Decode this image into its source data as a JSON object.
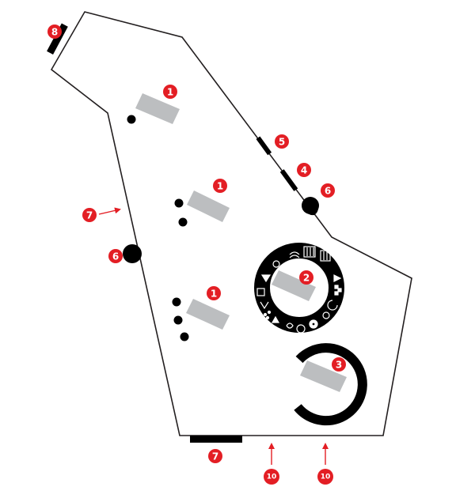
{
  "colors": {
    "outline": "#231f20",
    "callout": "#e31e24",
    "arrow": "#e31e24",
    "screen_gray": "#bcbec0",
    "black": "#000000",
    "white": "#ffffff"
  },
  "callouts": [
    {
      "id": "1",
      "label": "1",
      "part": "screen-top"
    },
    {
      "id": "1",
      "label": "1",
      "part": "screen-middle"
    },
    {
      "id": "1",
      "label": "1",
      "part": "screen-bottom"
    },
    {
      "id": "2",
      "label": "2",
      "part": "disc-screen"
    },
    {
      "id": "3",
      "label": "3",
      "part": "arc-screen"
    },
    {
      "id": "4",
      "label": "4",
      "part": "side-slot-lower"
    },
    {
      "id": "5",
      "label": "5",
      "part": "side-slot-upper"
    },
    {
      "id": "6",
      "label": "6",
      "part": "knob-right"
    },
    {
      "id": "6",
      "label": "6",
      "part": "knob-left"
    },
    {
      "id": "7",
      "label": "7",
      "part": "left-edge"
    },
    {
      "id": "7",
      "label": "7",
      "part": "bottom-bar"
    },
    {
      "id": "8",
      "label": "8",
      "part": "top-slot"
    },
    {
      "id": "10",
      "label": "10",
      "part": "bottom-left-arrow"
    },
    {
      "id": "10",
      "label": "10",
      "part": "bottom-right-arrow"
    }
  ],
  "icons": [
    "disc-symbol-ring",
    "arc-dial",
    "knob",
    "slot",
    "arrow"
  ]
}
